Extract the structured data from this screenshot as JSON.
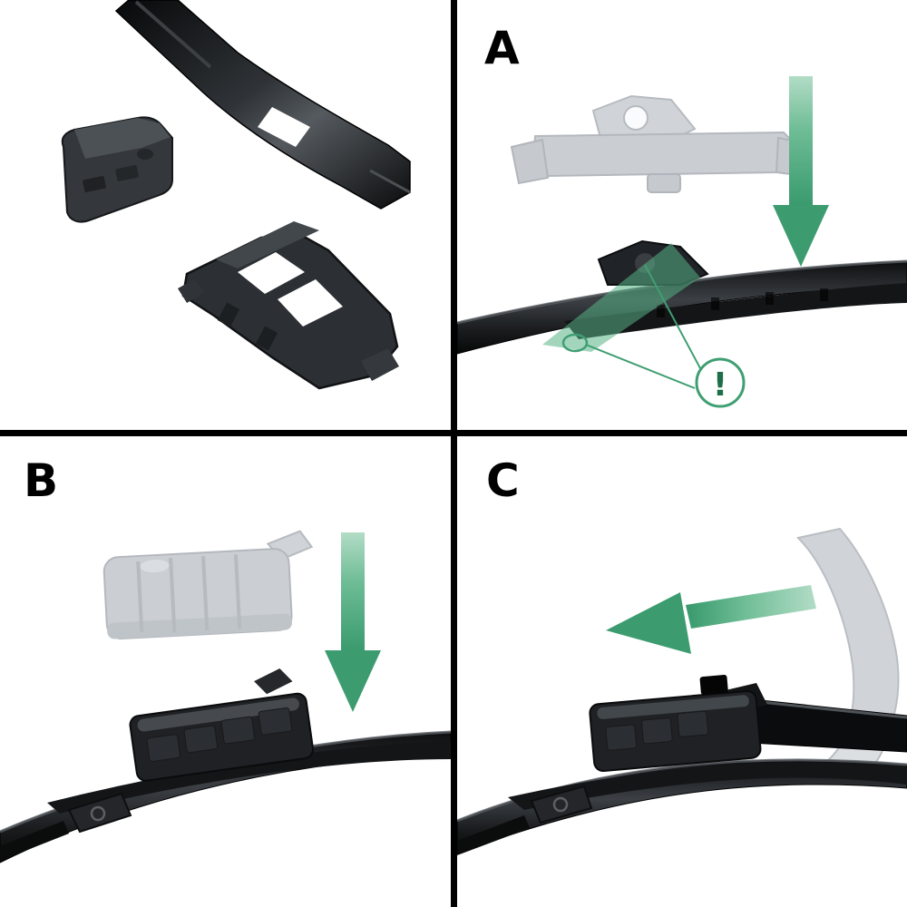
{
  "figure": {
    "type": "instructional-diagram",
    "panels": {
      "a": {
        "label": "A"
      },
      "b": {
        "label": "B"
      },
      "c": {
        "label": "C"
      }
    },
    "warning": {
      "symbol": "!"
    },
    "colors": {
      "background": "#ffffff",
      "divider": "#000000",
      "label_text": "#000000",
      "arrow_green": "#3d9c6f",
      "arrow_green_light": "#b2dcc6",
      "highlight_green": "#57b287",
      "warning_green": "#1e6e4a",
      "ghost_gray": "#c9cdd1",
      "part_dark": "#1b1d1f",
      "part_gray": "#3a3e42"
    }
  }
}
